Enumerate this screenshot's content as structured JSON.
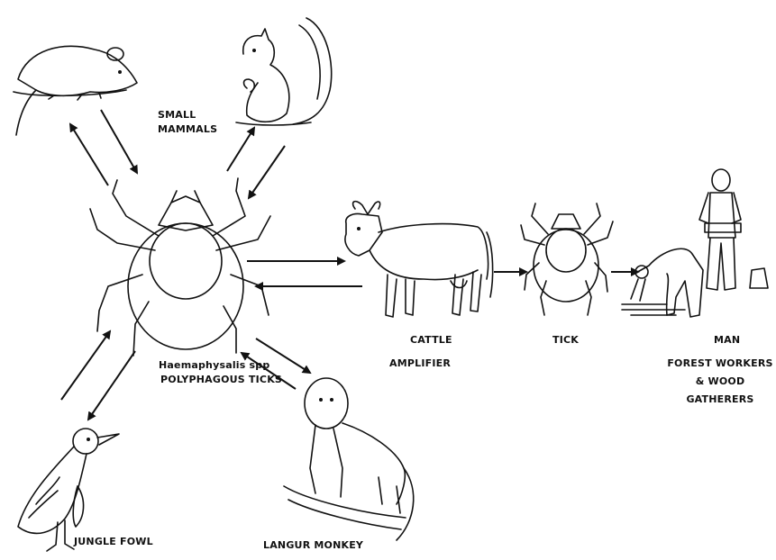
{
  "labels": {
    "small_mammals": "SMALL\nMAMMALS",
    "tick_genus": "Haemaphysalis spp",
    "polyphagous_ticks": "POLYPHAGOUS TICKS",
    "cattle": "CATTLE",
    "amplifier": "AMPLIFIER",
    "tick": "TICK",
    "man": "MAN",
    "forest_workers": "FOREST WORKERS\n& WOOD GATHERERS",
    "jungle_fowl": "JUNGLE FOWL",
    "langur_monkey": "LANGUR MONKEY"
  },
  "ink_color": "#111111",
  "background_color": "#ffffff",
  "icons": [
    "rat-icon",
    "squirrel-icon",
    "tick-icon",
    "cow-icon",
    "small-tick-icon",
    "forest-workers-icon",
    "jungle-fowl-icon",
    "langur-monkey-icon"
  ]
}
